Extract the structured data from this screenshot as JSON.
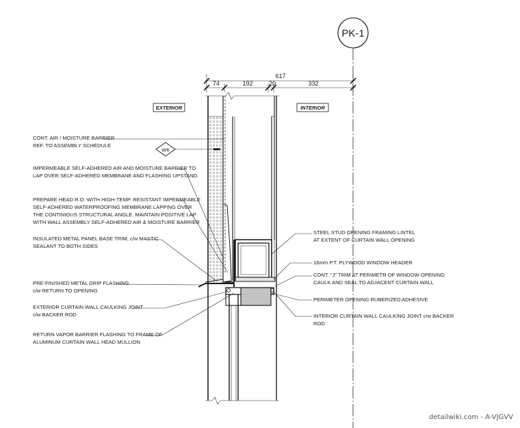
{
  "grid_bubble": "PK-1",
  "dimensions": {
    "overall": "617",
    "segments": [
      "74",
      "192",
      "20",
      "332"
    ]
  },
  "tags": {
    "exterior": "EXTERIOR",
    "interior": "INTERIOR",
    "wall_type": "W6"
  },
  "notes_left": [
    [
      "CONT. AIR / MOISTURE BARRIER",
      "REF. TO ASSEMBLY SCHEDULE"
    ],
    [
      "IMPERMEABLE SELF-ADHERED AIR AND MOISTURE BARRIER TO",
      "LAP OVER SELF-ADHERED MEMBRANE AND FLASHING UPSTAND."
    ],
    [
      "PREPARE HEAD R.O. WITH HIGH-TEMP. RESISTANT IMPERMEABLE",
      "SELF-ADHERED WATERPROOFING MEMBRANE LAPPING OVER",
      "THE CONTINIOUS STRUCTURAL ANGLE. MAINTAIN POSITIVE LAP",
      "WITH WALL ASSEMBLY SELF-ADHERED AIR & MOISTURE BARRIER"
    ],
    [
      "INSULATED METAL PANEL BASE TRIM, c/w MASTIC",
      "SEALANT TO BOTH SIDES"
    ],
    [
      "PRE-FINISHED METAL DRIP FLASHING",
      "c/w RETURN TO OPENING"
    ],
    [
      "EXTERIOR CURTAIN WALL CAULKING JOINT",
      "c/w BACKER ROD"
    ],
    [
      "RETURN VAPOR BARRIER FLASHING TO FRAME OF",
      "ALUMINUM CURTAIN WALL HEAD MULLION"
    ]
  ],
  "notes_right": [
    [
      "STEEL STUD OPENING FRAMING LINTEL",
      "AT EXTENT OF CURTAIN WALL OPENING"
    ],
    [
      "16mm P.T. PLYWOOD WINDOW HEADER"
    ],
    [
      "CONT. \"J\" TRIM AT PERIMETR OF WINDOW OPENING",
      "CAULK AND SEAL TO ADJACENT CURTAIN WALL"
    ],
    [
      "PERIMETER OPENING RUBERIZED ADHESIVE"
    ],
    [
      "INTERIOR CURTAIN WALL CAULKING JOINT c/w BACKER",
      "ROD"
    ]
  ],
  "watermark": "detailwiki.com - A-VJGVV"
}
